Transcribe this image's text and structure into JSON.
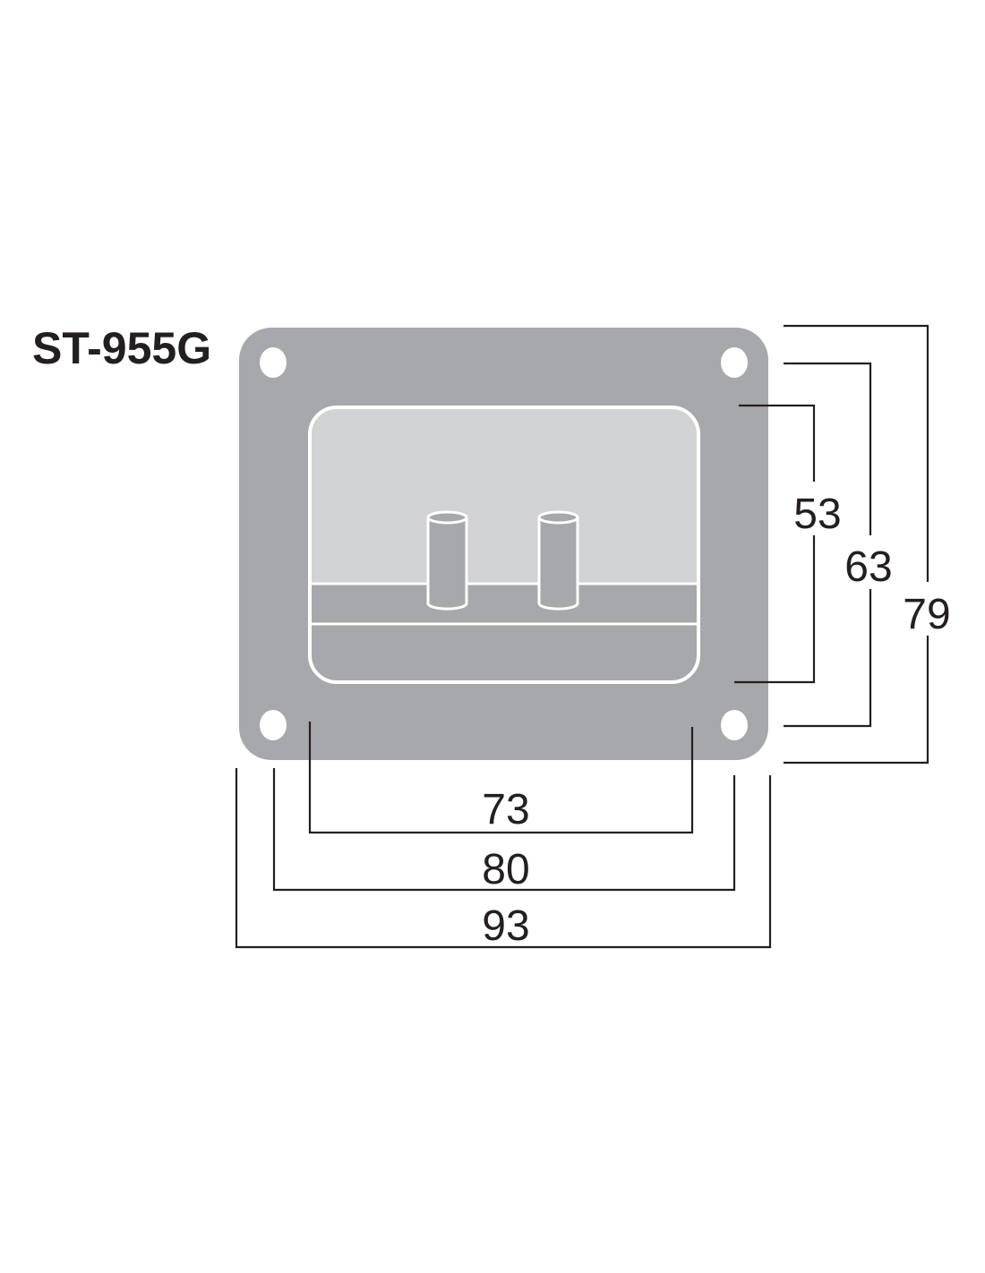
{
  "title": "ST-955G",
  "dimensions": {
    "inner_height": "53",
    "hole_spacing_vertical": "63",
    "overall_height": "79",
    "inner_width": "73",
    "hole_spacing_horizontal": "80",
    "overall_width": "93"
  },
  "colors": {
    "plate": "#a7a8ab",
    "recess": "#d1d2d4",
    "line": "#231f20"
  }
}
